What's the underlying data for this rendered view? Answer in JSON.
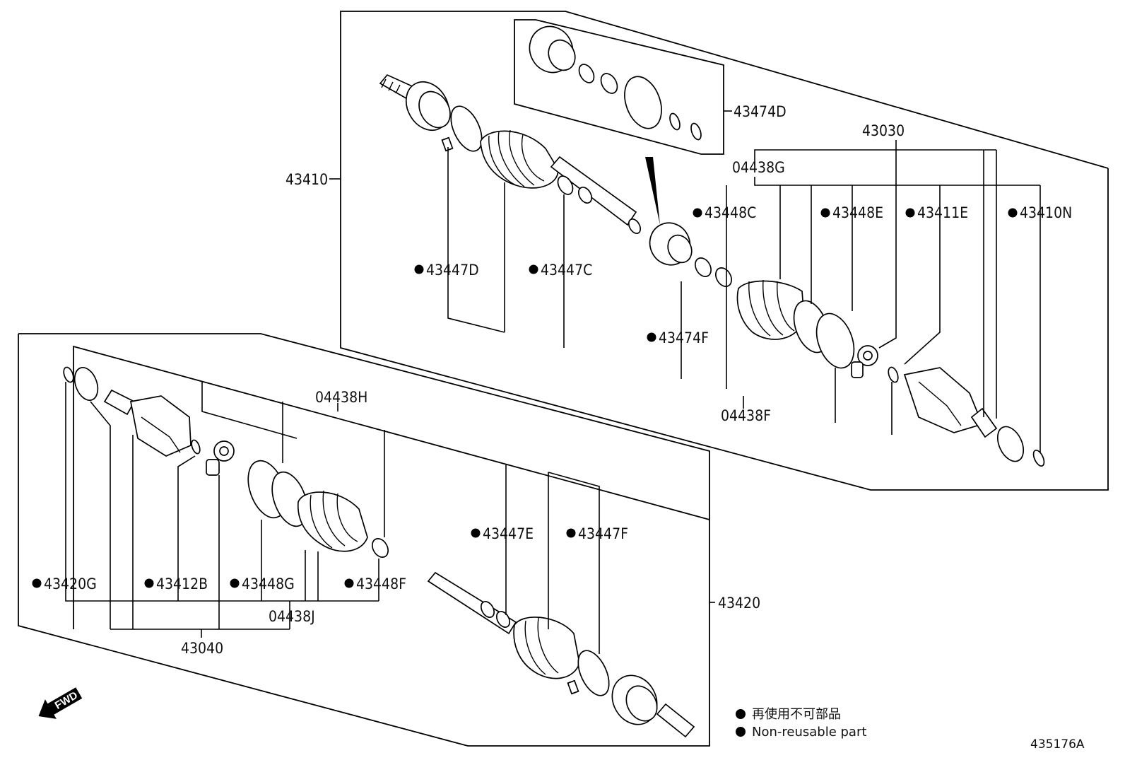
{
  "diagram": {
    "diagram_id": "435176A",
    "fwd_label": "FWD",
    "legend": {
      "line1_text": "再使用不可部品",
      "line2_text": "Non-reusable part"
    },
    "callouts": {
      "c_43474D": "43474D",
      "c_43030": "43030",
      "c_04438G": "04438G",
      "c_43410": "43410",
      "c_43448C": "43448C",
      "c_43448E": "43448E",
      "c_43411E": "43411E",
      "c_43410N": "43410N",
      "c_43447D": "43447D",
      "c_43447C": "43447C",
      "c_43474F": "43474F",
      "c_04438F": "04438F",
      "c_04438H": "04438H",
      "c_43447E": "43447E",
      "c_43447F": "43447F",
      "c_43420G": "43420G",
      "c_43412B": "43412B",
      "c_43448G": "43448G",
      "c_43448F": "43448F",
      "c_04438J": "04438J",
      "c_43040": "43040",
      "c_43420": "43420"
    }
  }
}
